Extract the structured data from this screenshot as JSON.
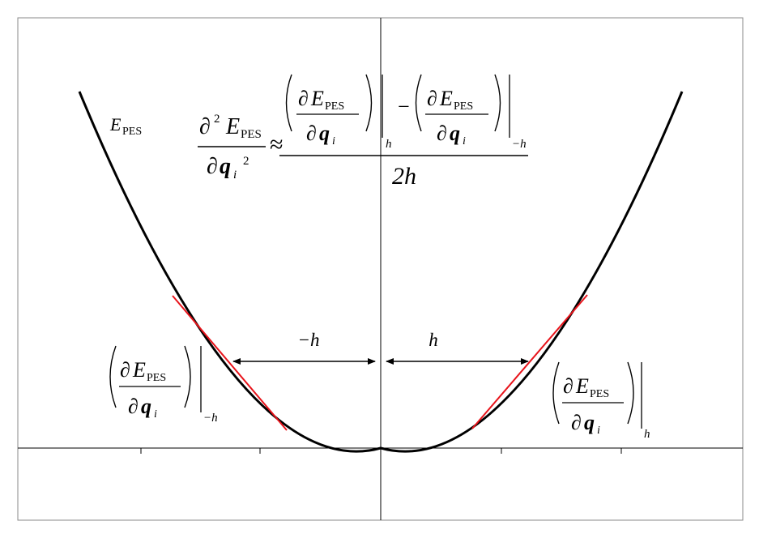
{
  "curve_label": {
    "base": "E",
    "sub": "PES"
  },
  "formula": {
    "partial": "∂",
    "power": "2",
    "E": "E",
    "sub": "PES",
    "q": "q",
    "i": "i",
    "approx": "≈",
    "minus": "−",
    "h": "h",
    "neg_h": "−h",
    "denominator": "2h"
  },
  "arrows": {
    "left_label": "−h",
    "right_label": "h"
  },
  "colors": {
    "curve": "#000000",
    "tangent": "#e8141b",
    "frame": "#888888"
  }
}
